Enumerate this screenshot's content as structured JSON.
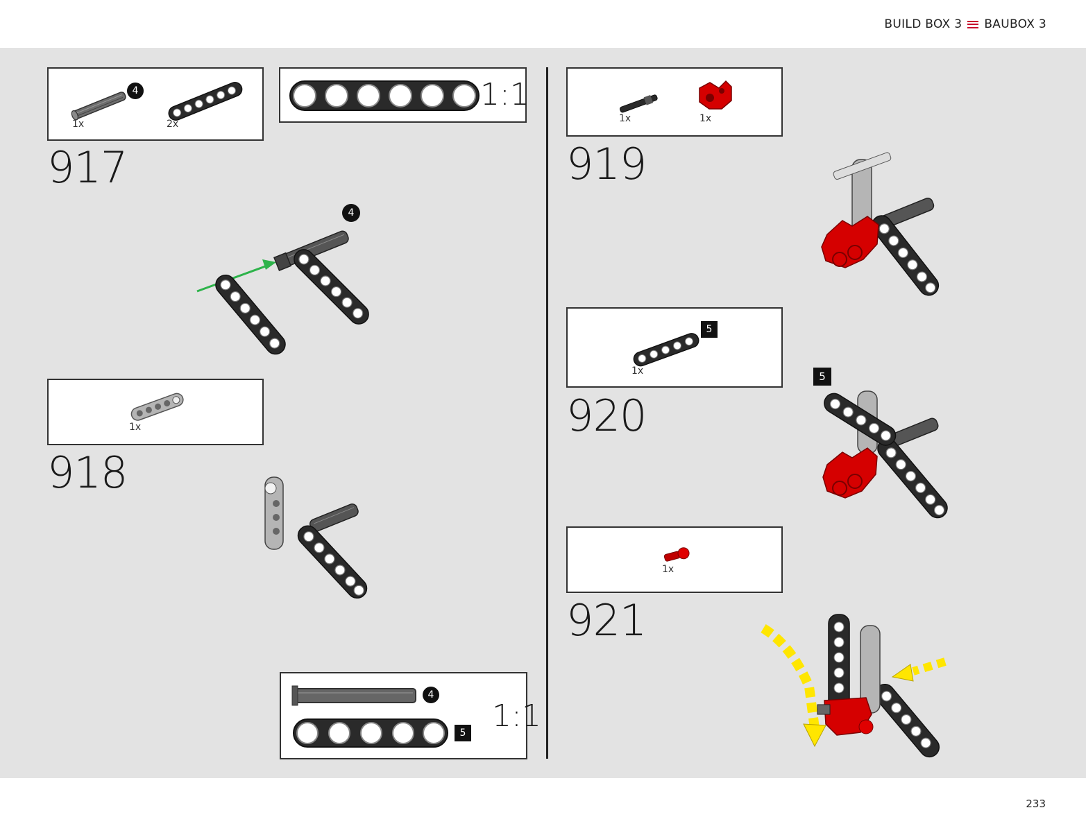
{
  "header": {
    "left": "BUILD BOX 3",
    "right": "BAUBOX 3",
    "accent": "#c8102e"
  },
  "page_number": "233",
  "steps": [
    {
      "number": "917",
      "parts": [
        {
          "qty": "1x",
          "callout": "4"
        },
        {
          "qty": "2x"
        }
      ],
      "scale": "1:1"
    },
    {
      "number": "918",
      "parts": [
        {
          "qty": "1x"
        }
      ]
    },
    {
      "number": "919",
      "parts": [
        {
          "qty": "1x"
        },
        {
          "qty": "1x"
        }
      ]
    },
    {
      "number": "920",
      "parts": [
        {
          "qty": "1x",
          "callout": "5"
        }
      ],
      "callout": "5"
    },
    {
      "number": "921",
      "parts": [
        {
          "qty": "1x"
        }
      ]
    }
  ],
  "step917_callout": "4",
  "scale_bottom": {
    "axle_callout": "4",
    "beam_callout": "5",
    "label": "1:1"
  },
  "colors": {
    "background": "#e3e3e3",
    "red": "#d50000",
    "green": "#2db34a",
    "yellow": "#ffe600",
    "black_part": "#2a2a2a",
    "gray_part": "#b5b5b5"
  }
}
